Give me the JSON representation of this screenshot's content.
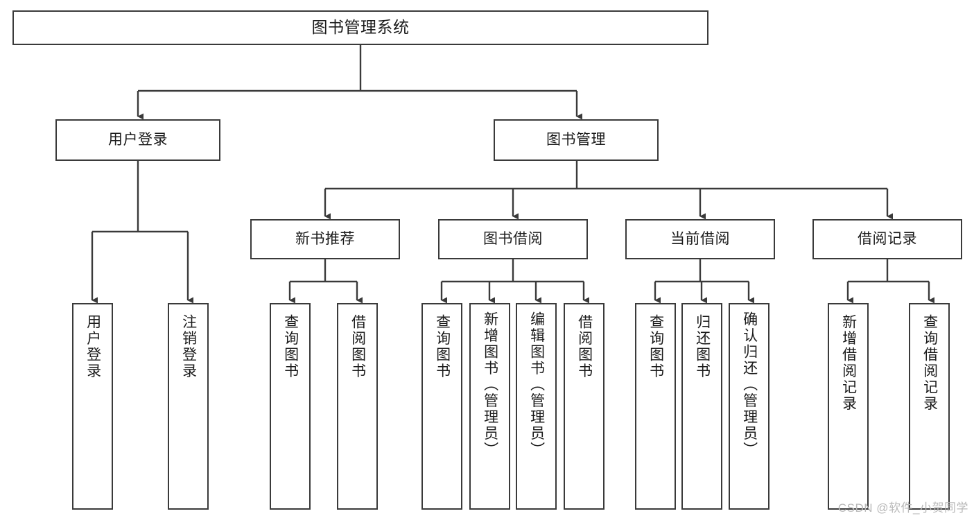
{
  "diagram": {
    "title": "图书管理系统",
    "type": "hierarchy-tree",
    "colors": {
      "box_border": "#3a3a3a",
      "box_fill": "#ffffff",
      "line": "#3a3a3a",
      "text": "#1b1b1b",
      "watermark": "#b9b9b9",
      "background": "#ffffff"
    }
  },
  "root": {
    "label": "图书管理系统"
  },
  "level2": [
    {
      "label": "用户登录"
    },
    {
      "label": "图书管理"
    }
  ],
  "level3": [
    {
      "label": "新书推荐"
    },
    {
      "label": "图书借阅"
    },
    {
      "label": "当前借阅"
    },
    {
      "label": "借阅记录"
    }
  ],
  "leaves": {
    "user_login": [
      {
        "label": "用户登录"
      },
      {
        "label": "注销登录"
      }
    ],
    "new_book_recommend": [
      {
        "label": "查询图书"
      },
      {
        "label": "借阅图书"
      }
    ],
    "book_borrow": [
      {
        "label": "查询图书"
      },
      {
        "label": "新增图书（管理员）"
      },
      {
        "label": "编辑图书（管理员）"
      },
      {
        "label": "借阅图书"
      }
    ],
    "current_borrow": [
      {
        "label": "查询图书"
      },
      {
        "label": "归还图书"
      },
      {
        "label": "确认归还（管理员）"
      }
    ],
    "borrow_record": [
      {
        "label": "新增借阅记录"
      },
      {
        "label": "查询借阅记录"
      }
    ]
  },
  "watermark": {
    "text": "CSDN @软件_小贺同学"
  }
}
